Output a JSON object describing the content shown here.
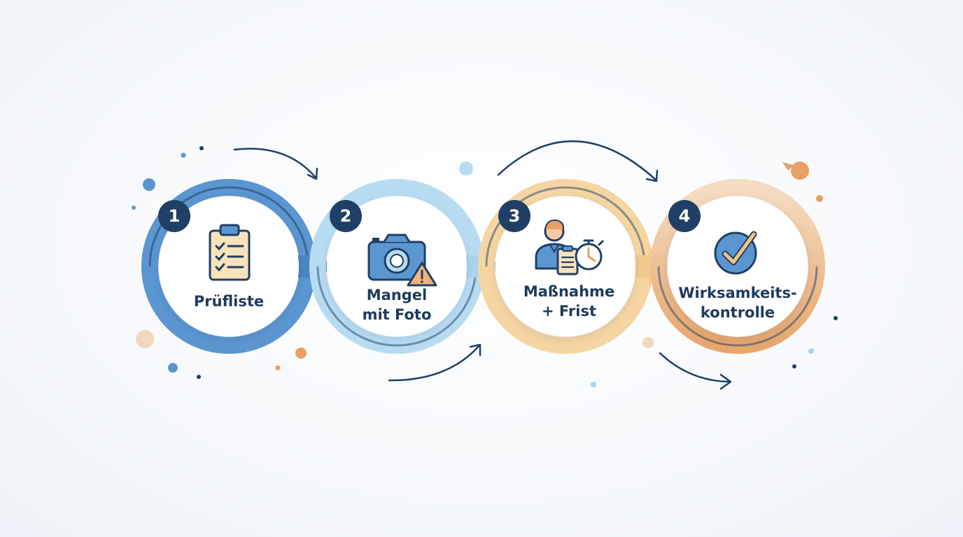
{
  "diagram": {
    "steps": [
      {
        "number": "1",
        "label": "Prüfliste",
        "icon": "clipboard-checklist-icon"
      },
      {
        "number": "2",
        "label": "Mangel\nmit Foto",
        "icon": "camera-warning-icon"
      },
      {
        "number": "3",
        "label": "Maßnahme\n+ Frist",
        "icon": "person-clipboard-stopwatch-icon"
      },
      {
        "number": "4",
        "label": "Wirksamkeits-\nkontrolle",
        "icon": "check-circle-icon"
      }
    ],
    "colors": {
      "navy": "#1f3f66",
      "blue": "#5b96d0",
      "light_blue": "#b7dcf2",
      "light_orange": "#f5d6a2",
      "orange": "#e8a064",
      "text": "#1e3a5c"
    }
  }
}
